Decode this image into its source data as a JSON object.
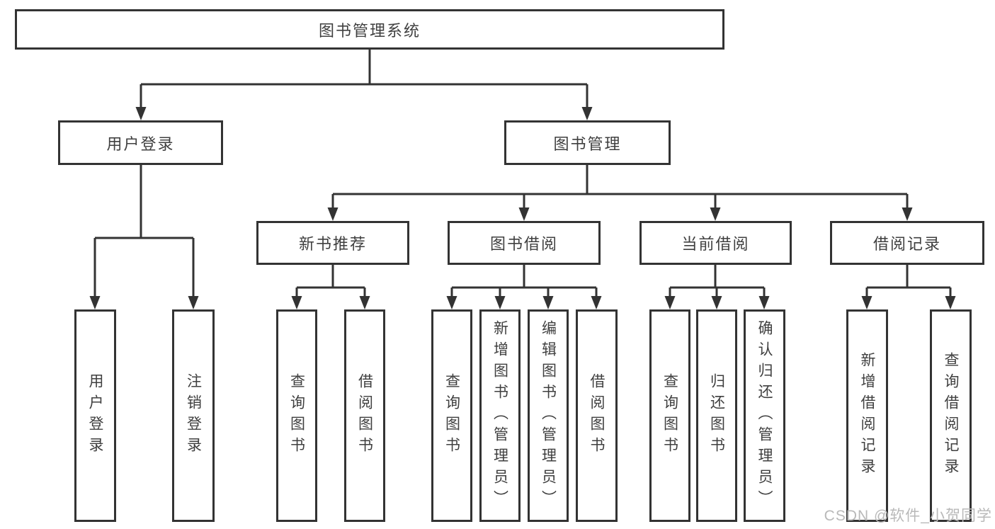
{
  "diagram": {
    "root": {
      "label": "图书管理系统",
      "children": [
        {
          "label": "用户登录",
          "children": [
            {
              "label": "用户登录"
            },
            {
              "label": "注销登录"
            }
          ]
        },
        {
          "label": "图书管理",
          "children": [
            {
              "label": "新书推荐",
              "children": [
                {
                  "label": "查询图书"
                },
                {
                  "label": "借阅图书"
                }
              ]
            },
            {
              "label": "图书借阅",
              "children": [
                {
                  "label": "查询图书"
                },
                {
                  "label": "新增图书（管理员）"
                },
                {
                  "label": "编辑图书（管理员）"
                },
                {
                  "label": "借阅图书"
                }
              ]
            },
            {
              "label": "当前借阅",
              "children": [
                {
                  "label": "查询图书"
                },
                {
                  "label": "归还图书"
                },
                {
                  "label": "确认归还（管理员）"
                }
              ]
            },
            {
              "label": "借阅记录",
              "children": [
                {
                  "label": "新增借阅记录"
                },
                {
                  "label": "查询借阅记录"
                }
              ]
            }
          ]
        }
      ]
    }
  },
  "watermark": {
    "text": "CSDN @软件_小贺同学"
  },
  "colors": {
    "line": "#333333",
    "box_border": "#333333",
    "text": "#3f3f3f",
    "watermark": "#b9b9b9",
    "background": "#ffffff"
  }
}
